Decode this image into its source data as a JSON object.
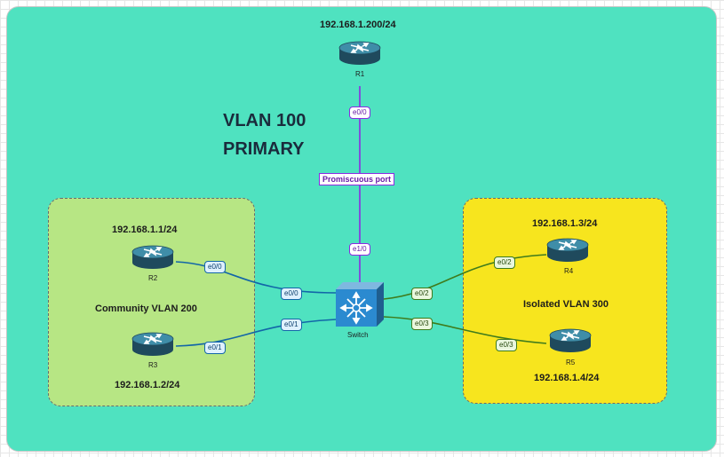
{
  "diagram": {
    "heading": {
      "line1": "VLAN 100",
      "line2": "PRIMARY"
    },
    "r1": {
      "label": "R1",
      "ip": "192.168.1.200/24",
      "port": "e0/0"
    },
    "switch": {
      "label": "Switch",
      "ports": {
        "e1_0": "e1/0",
        "e0_0": "e0/0",
        "e0_1": "e0/1",
        "e0_2": "e0/2",
        "e0_3": "e0/3"
      },
      "promiscuous_label": "Promiscuous port"
    },
    "community": {
      "title": "Community VLAN 200",
      "r2": {
        "label": "R2",
        "ip": "192.168.1.1/24",
        "port": "e0/0"
      },
      "r3": {
        "label": "R3",
        "ip": "192.168.1.2/24",
        "port": "e0/1"
      }
    },
    "isolated": {
      "title": "Isolated VLAN 300",
      "r4": {
        "label": "R4",
        "ip": "192.168.1.3/24",
        "port": "e0/2"
      },
      "r5": {
        "label": "R5",
        "ip": "192.168.1.4/24",
        "port": "e0/3"
      }
    },
    "colors": {
      "background": "#4fe2c0",
      "community_zone": "#b7e684",
      "isolated_zone": "#f7e51e",
      "promiscuous_link": "#8a2be2",
      "community_link": "#1266a8",
      "isolated_link": "#3f7b1c"
    },
    "icons": {
      "router": "router-icon",
      "switch": "switch-icon"
    }
  }
}
